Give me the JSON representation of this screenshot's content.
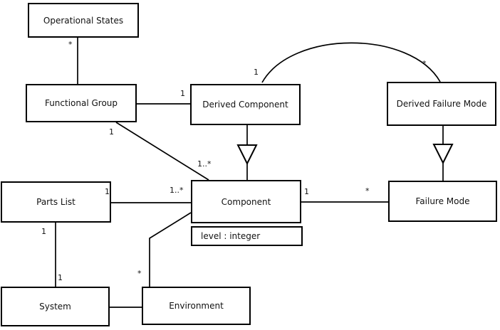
{
  "diagram": {
    "type": "uml-class-diagram",
    "background": "#ffffff",
    "line_color": "#000000",
    "box_fill": "#ffffff",
    "text_color": "#111111",
    "nodes": [
      {
        "label": "Operational States"
      },
      {
        "label": "Functional Group"
      },
      {
        "label": "Derived Component"
      },
      {
        "label": "Derived Failure Mode"
      },
      {
        "label": "Parts List"
      },
      {
        "label": "Component",
        "attributes": [
          "level : integer"
        ]
      },
      {
        "label": "Failure Mode"
      },
      {
        "label": "System"
      },
      {
        "label": "Environment"
      }
    ],
    "edges": [
      {
        "from": "Operational States",
        "to": "Functional Group",
        "type": "association",
        "from_mult": "*"
      },
      {
        "from": "Functional Group",
        "to": "Derived Component",
        "type": "association",
        "to_mult": "1"
      },
      {
        "from": "Functional Group",
        "to": "Component",
        "type": "association",
        "from_mult": "1",
        "to_mult": "1..*"
      },
      {
        "from": "Derived Component",
        "to": "Component",
        "type": "generalization"
      },
      {
        "from": "Derived Component",
        "to": "Derived Failure Mode",
        "type": "association",
        "from_mult": "1",
        "to_mult": "*"
      },
      {
        "from": "Derived Failure Mode",
        "to": "Failure Mode",
        "type": "generalization"
      },
      {
        "from": "Component",
        "to": "Failure Mode",
        "type": "association",
        "from_mult": "1",
        "to_mult": "*"
      },
      {
        "from": "Parts List",
        "to": "Component",
        "type": "association",
        "from_mult": "1",
        "to_mult": "1..*"
      },
      {
        "from": "Parts List",
        "to": "System",
        "type": "association",
        "from_mult": "1",
        "to_mult": "1"
      },
      {
        "from": "System",
        "to": "Environment",
        "type": "association"
      },
      {
        "from": "Environment",
        "to": "Component",
        "type": "association",
        "from_mult": "*"
      }
    ]
  }
}
